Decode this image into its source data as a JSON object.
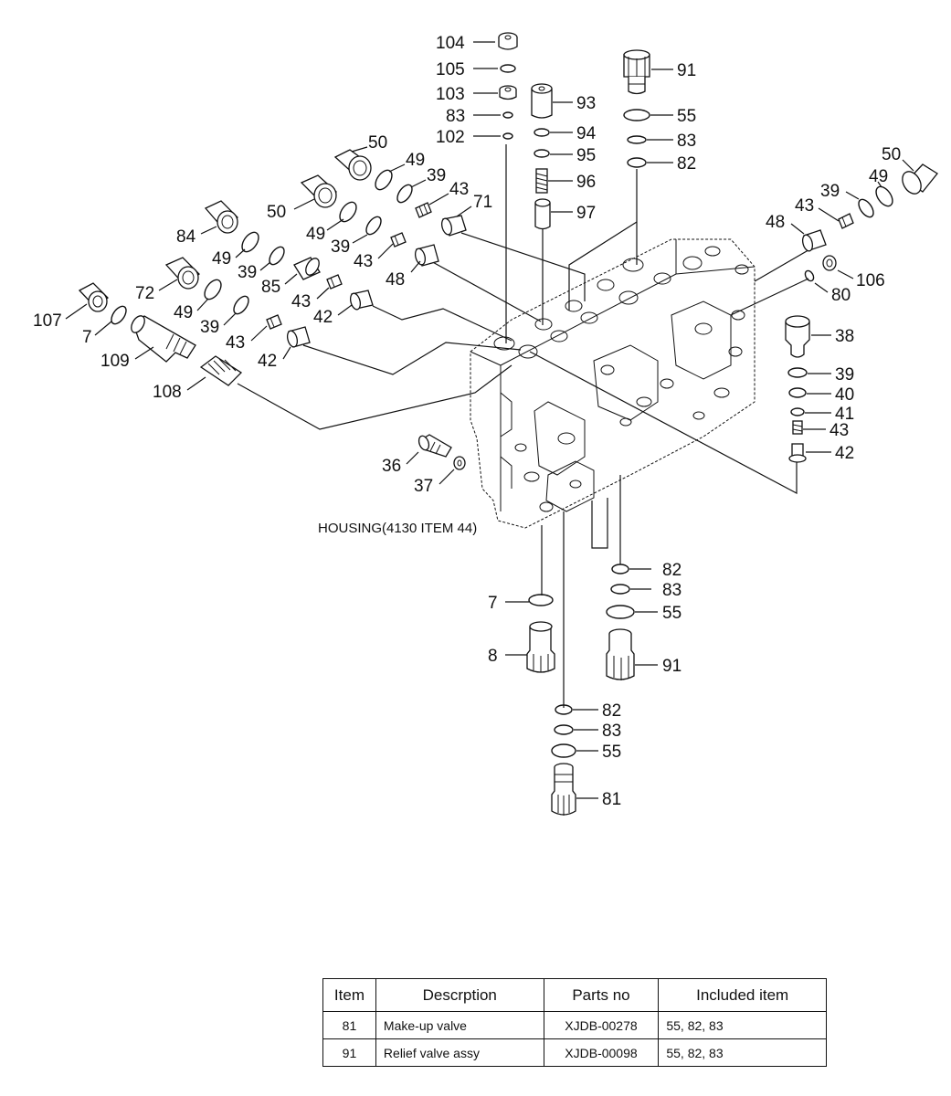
{
  "diagram": {
    "housing_caption": "HOUSING(4130 ITEM 44)",
    "callouts": [
      {
        "id": "c104",
        "label": "104"
      },
      {
        "id": "c105",
        "label": "105"
      },
      {
        "id": "c103",
        "label": "103"
      },
      {
        "id": "c83a",
        "label": "83"
      },
      {
        "id": "c102",
        "label": "102"
      },
      {
        "id": "c93",
        "label": "93"
      },
      {
        "id": "c94",
        "label": "94"
      },
      {
        "id": "c95",
        "label": "95"
      },
      {
        "id": "c96",
        "label": "96"
      },
      {
        "id": "c97",
        "label": "97"
      },
      {
        "id": "c91a",
        "label": "91"
      },
      {
        "id": "c55a",
        "label": "55"
      },
      {
        "id": "c83b",
        "label": "83"
      },
      {
        "id": "c82a",
        "label": "82"
      },
      {
        "id": "c50a",
        "label": "50"
      },
      {
        "id": "c49a",
        "label": "49"
      },
      {
        "id": "c39a",
        "label": "39"
      },
      {
        "id": "c43a",
        "label": "43"
      },
      {
        "id": "c71",
        "label": "71"
      },
      {
        "id": "c50b",
        "label": "50"
      },
      {
        "id": "c49b",
        "label": "49"
      },
      {
        "id": "c39b",
        "label": "39"
      },
      {
        "id": "c43b",
        "label": "43"
      },
      {
        "id": "c84",
        "label": "84"
      },
      {
        "id": "c49c",
        "label": "49"
      },
      {
        "id": "c39c",
        "label": "39"
      },
      {
        "id": "c48a",
        "label": "48"
      },
      {
        "id": "c85",
        "label": "85"
      },
      {
        "id": "c43c",
        "label": "43"
      },
      {
        "id": "c42a",
        "label": "42"
      },
      {
        "id": "c72",
        "label": "72"
      },
      {
        "id": "c49d",
        "label": "49"
      },
      {
        "id": "c39d",
        "label": "39"
      },
      {
        "id": "c43d",
        "label": "43"
      },
      {
        "id": "c42b",
        "label": "42"
      },
      {
        "id": "c107",
        "label": "107"
      },
      {
        "id": "c7a",
        "label": "7"
      },
      {
        "id": "c109",
        "label": "109"
      },
      {
        "id": "c108",
        "label": "108"
      },
      {
        "id": "c50c",
        "label": "50"
      },
      {
        "id": "c49e",
        "label": "49"
      },
      {
        "id": "c39e",
        "label": "39"
      },
      {
        "id": "c43e",
        "label": "43"
      },
      {
        "id": "c48b",
        "label": "48"
      },
      {
        "id": "c106",
        "label": "106"
      },
      {
        "id": "c80",
        "label": "80"
      },
      {
        "id": "c38",
        "label": "38"
      },
      {
        "id": "c39f",
        "label": "39"
      },
      {
        "id": "c40",
        "label": "40"
      },
      {
        "id": "c41",
        "label": "41"
      },
      {
        "id": "c43f",
        "label": "43"
      },
      {
        "id": "c42c",
        "label": "42"
      },
      {
        "id": "c36",
        "label": "36"
      },
      {
        "id": "c37",
        "label": "37"
      },
      {
        "id": "c82b",
        "label": "82"
      },
      {
        "id": "c83c",
        "label": "83"
      },
      {
        "id": "c55b",
        "label": "55"
      },
      {
        "id": "c91b",
        "label": "91"
      },
      {
        "id": "c7b",
        "label": "7"
      },
      {
        "id": "c8",
        "label": "8"
      },
      {
        "id": "c82c",
        "label": "82"
      },
      {
        "id": "c83d",
        "label": "83"
      },
      {
        "id": "c55c",
        "label": "55"
      },
      {
        "id": "c81",
        "label": "81"
      }
    ]
  },
  "table": {
    "headers": [
      "Item",
      "Descrption",
      "Parts no",
      "Included item"
    ],
    "rows": [
      {
        "item": "81",
        "description": "Make-up valve",
        "parts_no": "XJDB-00278",
        "included": "55, 82, 83"
      },
      {
        "item": "91",
        "description": "Relief valve assy",
        "parts_no": "XJDB-00098",
        "included": "55, 82, 83"
      }
    ]
  }
}
